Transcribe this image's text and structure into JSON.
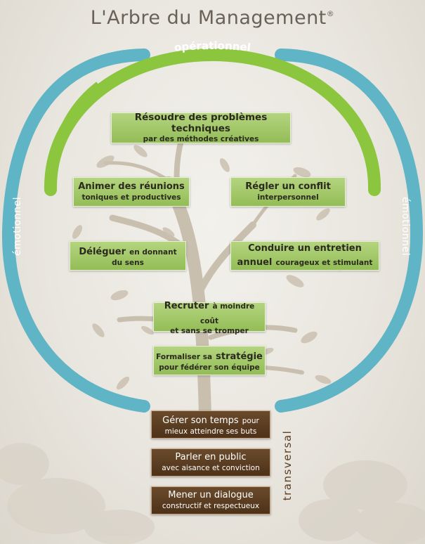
{
  "title": "L'Arbre du Management",
  "title_mark": "®",
  "arcs": {
    "top_label": "opérationnel",
    "left_label": "émotionnel",
    "right_label": "émotionnel",
    "bottom_label": "transversal"
  },
  "colors": {
    "green_arc": "#8cc63f",
    "blue_arc": "#5fb4c6",
    "green_box": "#a5cb6a",
    "brown_box": "#5a3c20",
    "title": "#6a6157",
    "tree": "#c8beae"
  },
  "green_boxes": [
    {
      "main": "Résoudre des problèmes techniques",
      "sub": "par des méthodes créatives"
    },
    {
      "main": "Animer des réunions",
      "sub": "toniques et productives"
    },
    {
      "main": "Régler un conflit",
      "sub": "interpersonnel"
    },
    {
      "main": "Déléguer",
      "main_rest": "en donnant",
      "sub": "du sens"
    },
    {
      "main": "Conduire un entretien",
      "sub_main": "annuel",
      "sub": "courageux et stimulant"
    },
    {
      "main": "Recruter",
      "main_rest": "à moindre coût",
      "sub": "et sans se tromper"
    },
    {
      "main_pre": "Formaliser sa",
      "main": "stratégie",
      "sub": "pour fédérer son équipe"
    }
  ],
  "brown_boxes": [
    {
      "main": "Gérer son temps",
      "main_rest": "pour",
      "sub": "mieux atteindre ses buts"
    },
    {
      "main": "Parler en public",
      "sub": "avec aisance et conviction"
    },
    {
      "main": "Mener un dialogue",
      "sub": "constructif et respectueux"
    }
  ]
}
